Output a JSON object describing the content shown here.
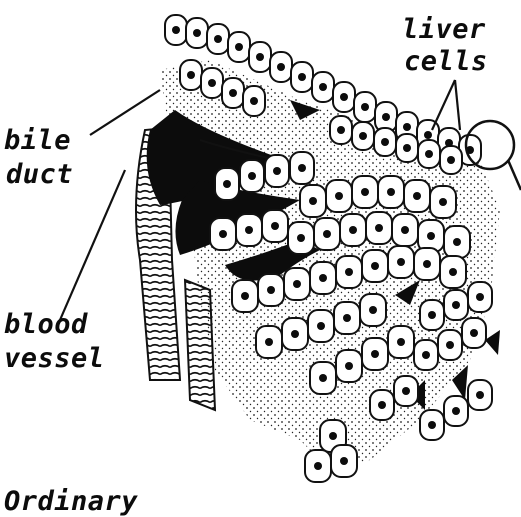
{
  "labels": {
    "liver": "liver",
    "cells": "cells",
    "bile": "bile",
    "duct": "duct",
    "blood": "blood",
    "vessel": "vessel",
    "ordinary": "Ordinary"
  },
  "colors": {
    "ink": "#0c0c0c",
    "paper": "#ffffff"
  }
}
